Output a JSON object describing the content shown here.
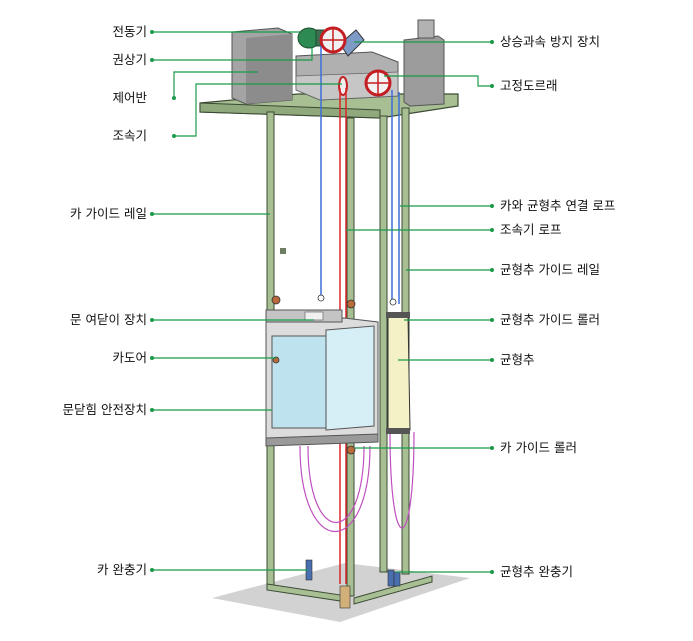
{
  "diagram": {
    "left_labels": [
      {
        "id": "motor",
        "text": "전동기"
      },
      {
        "id": "hoist",
        "text": "권상기"
      },
      {
        "id": "control_panel",
        "text": "제어반"
      },
      {
        "id": "governor",
        "text": "조속기"
      },
      {
        "id": "car_guide_rail",
        "text": "카 가이드 레일"
      },
      {
        "id": "door_operator",
        "text": "문 여닫이 장치"
      },
      {
        "id": "car_door",
        "text": "카도어"
      },
      {
        "id": "door_safety",
        "text": "문닫힘 안전장치"
      },
      {
        "id": "car_buffer",
        "text": "카 완충기"
      }
    ],
    "right_labels": [
      {
        "id": "overspeed",
        "text": "상승과속  방지 장치"
      },
      {
        "id": "deflector_sheave",
        "text": "고정도르래"
      },
      {
        "id": "suspension_rope",
        "text": "카와 균형추 연결 로프"
      },
      {
        "id": "governor_rope",
        "text": "조속기 로프"
      },
      {
        "id": "cw_guide_rail",
        "text": "균형추 가이드 레일"
      },
      {
        "id": "cw_guide_roller",
        "text": "균형추 가이드 롤러"
      },
      {
        "id": "counterweight",
        "text": "균형추"
      },
      {
        "id": "car_guide_roller",
        "text": "카 가이드 롤러"
      },
      {
        "id": "cw_buffer",
        "text": "균형추 완충기"
      }
    ],
    "colors": {
      "leader_line": "#1a9a4a",
      "frame": "#a8bf94",
      "frame_edge": "#3b4a33",
      "hoist_rope": "#3d6fd9",
      "governor_rope": "#d8262b",
      "compensation_rope": "#c050c0",
      "counterweight": "#f4f1c6",
      "machine": "#9c9c9c",
      "floor": "#d5d5d5"
    }
  }
}
